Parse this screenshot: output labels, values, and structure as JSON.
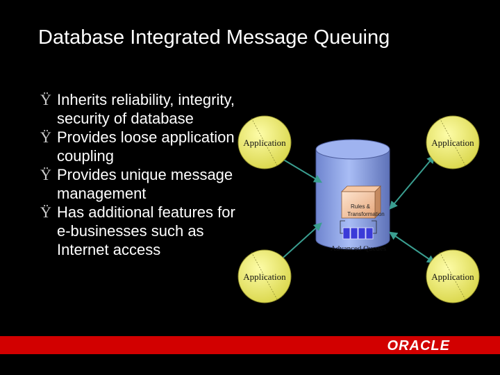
{
  "slide": {
    "title": "Database Integrated Message Queuing",
    "bullet_glyph": "Ÿ",
    "bullets": [
      "Inherits reliability, integrity, security of database",
      "Provides loose application coupling",
      "Provides unique message management",
      "Has additional features for e-businesses such as Internet access"
    ]
  },
  "diagram": {
    "application_label": "Application",
    "rules_label_line1": "Rules &",
    "rules_label_line2": "Transformation",
    "queue_label": "Advanced Queues"
  },
  "footer": {
    "logo_text": "ORACLE",
    "bar_color": "#d20000"
  },
  "colors": {
    "node_fill": "#f2f07a",
    "cylinder_fill": "#8aa0e6",
    "arrow_color": "#3a9e90",
    "queue_block": "#3b3bd8"
  }
}
